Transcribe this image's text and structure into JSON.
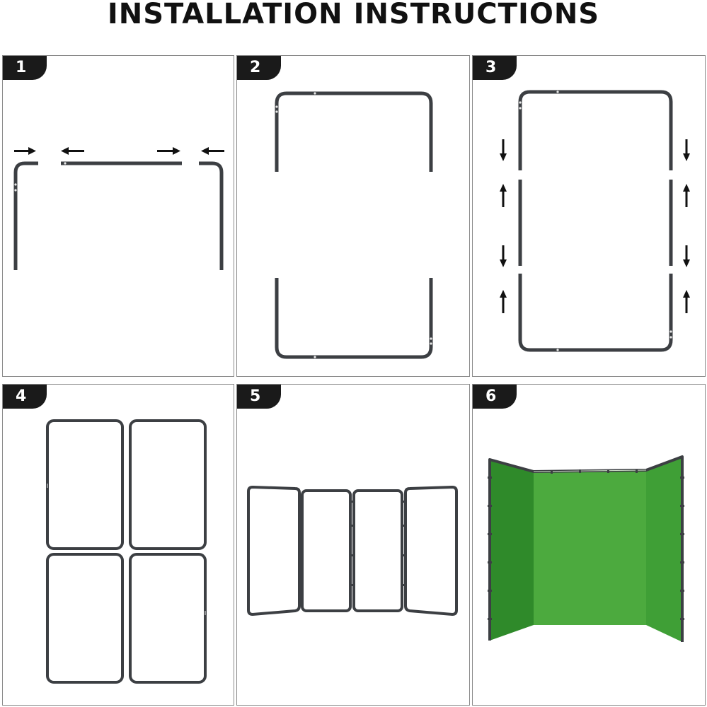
{
  "title": "INSTALLATION INSTRUCTIONS",
  "steps": [
    {
      "number": "1"
    },
    {
      "number": "2"
    },
    {
      "number": "3"
    },
    {
      "number": "4"
    },
    {
      "number": "5"
    },
    {
      "number": "6"
    }
  ],
  "colors": {
    "frame": "#3c3f43",
    "badge": "#1a1a1a",
    "screen_green": "#4caa3e",
    "screen_green_dark": "#2f8a2a"
  }
}
